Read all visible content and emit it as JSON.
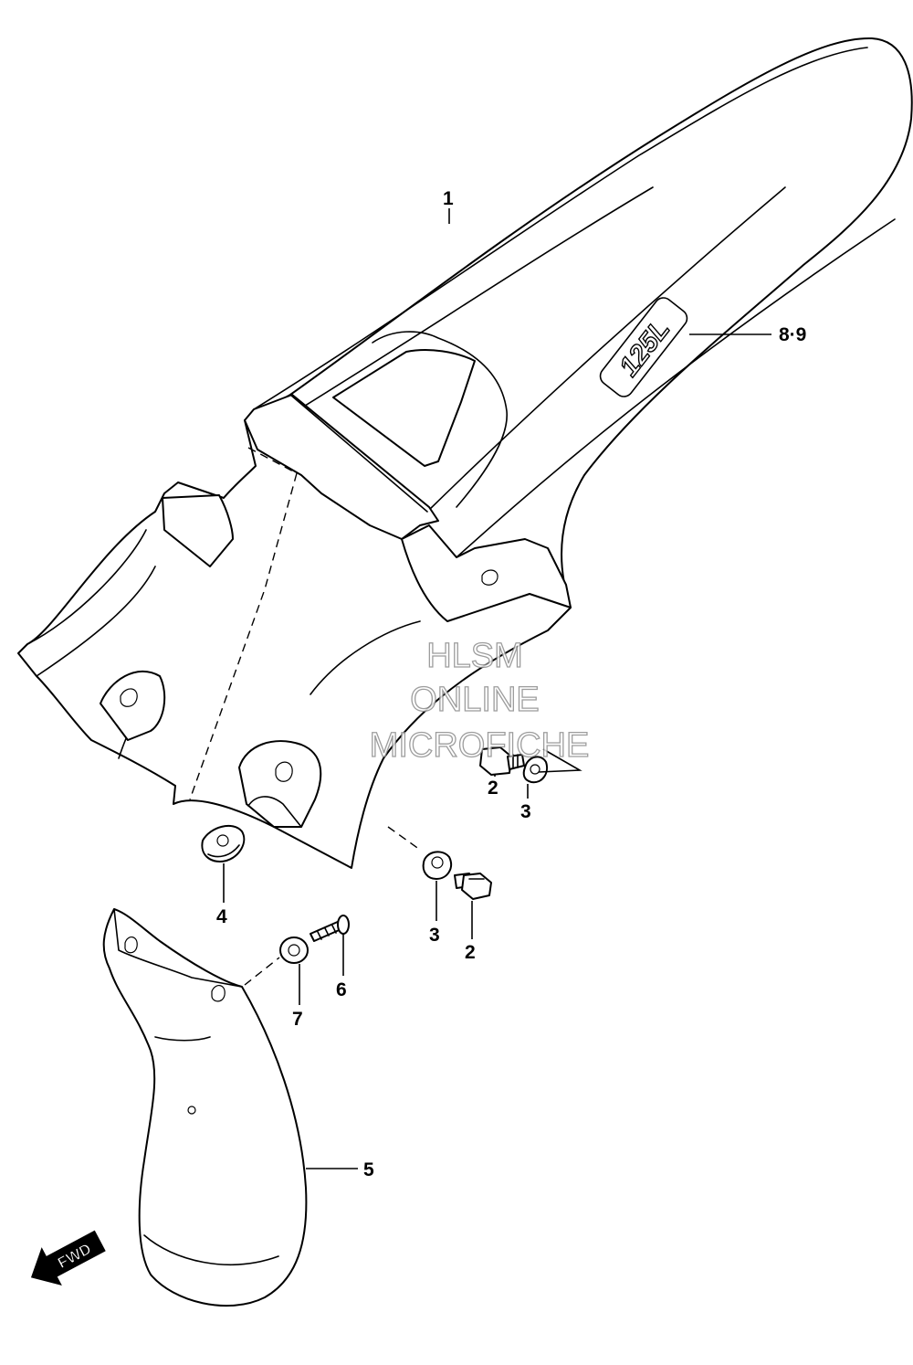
{
  "callouts": {
    "c1": "1",
    "c2a": "2",
    "c2b": "2",
    "c3a": "3",
    "c3b": "3",
    "c4": "4",
    "c5": "5",
    "c6": "6",
    "c7": "7",
    "c89": "8·9"
  },
  "watermark": {
    "line1": "HLSM",
    "line2": "ONLINE",
    "line3": "MICROFICHE"
  },
  "fwd_label": "FWD",
  "decal_text": "125L"
}
